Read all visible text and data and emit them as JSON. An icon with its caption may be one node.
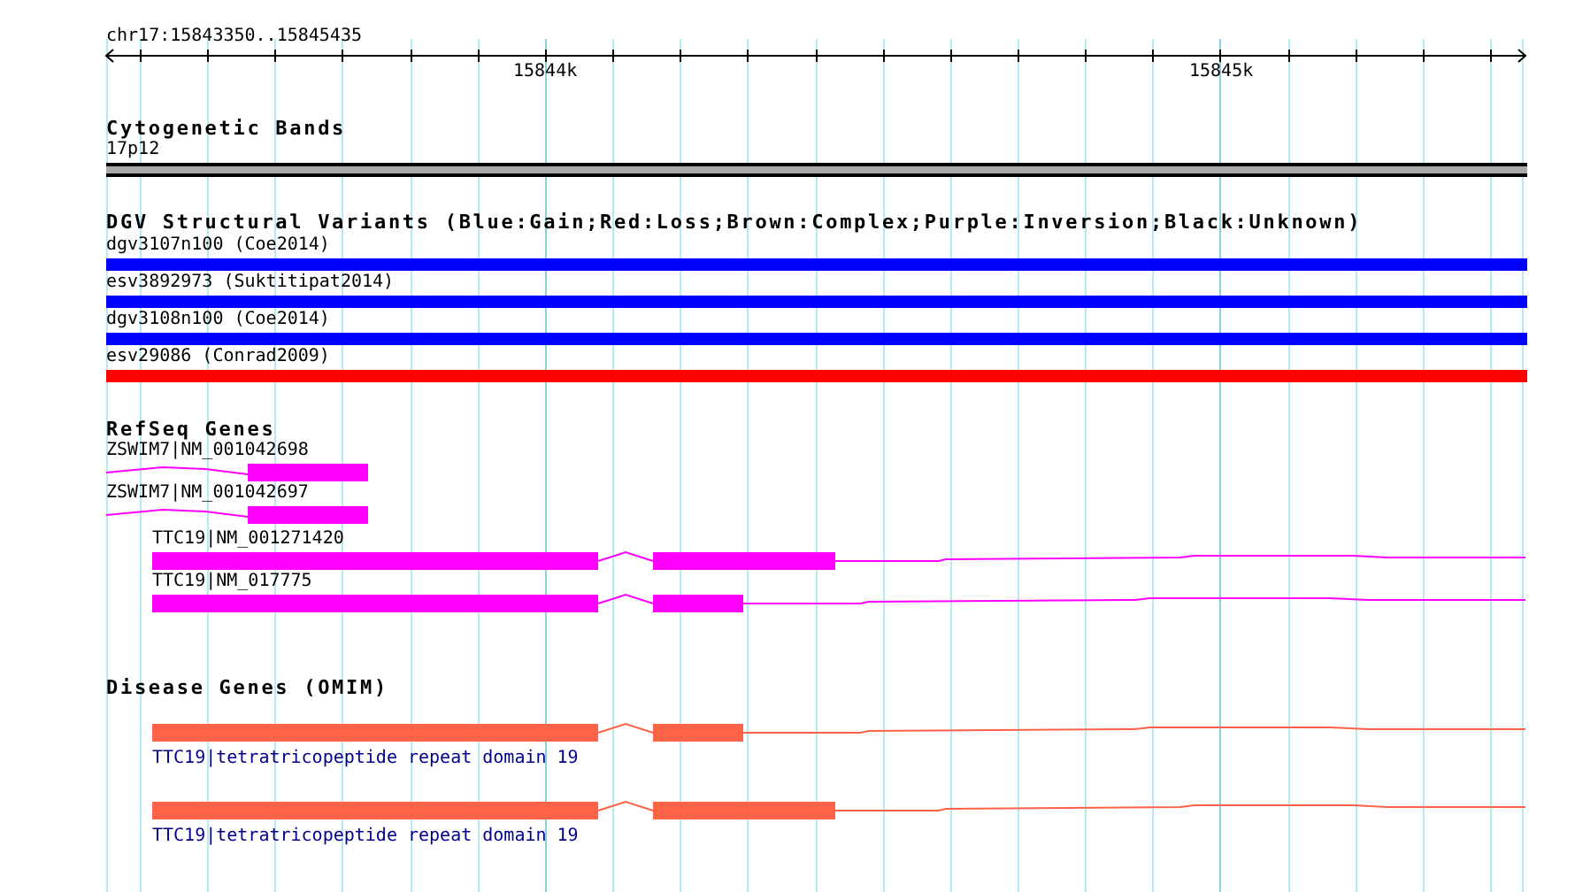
{
  "diagram": {
    "nodes": [
      {
        "text": [
          "Cytogenetic Bands"
        ]
      },
      {
        "text": [
          "17p12"
        ],
        "in": 0
      },
      {
        "text": [
          "DGV Structural Variants (Blue:Gain;Red:Loss;Brown:Complex;Purple:Inversion;Black:Unknown)"
        ]
      },
      {
        "text": [
          "dgv3107n100 (Coe2014)"
        ],
        "in": 2
      },
      {
        "text": [
          "esv3892973 (Suktitipat2014)"
        ],
        "in": 2
      },
      {
        "text": [
          "dgv3108n100 (Coe2014)"
        ],
        "in": 2
      },
      {
        "text": [
          "esv29086 (Conrad2009)"
        ],
        "in": 2
      },
      {
        "text": [
          "RefSeq Genes"
        ]
      },
      {
        "text": [
          "ZSWIM7|NM_001042698"
        ],
        "in": 7
      },
      {
        "text": [
          "ZSWIM7|NM_001042697"
        ],
        "in": 7
      },
      {
        "text": [
          "TTC19|NM_001271420"
        ],
        "in": 7
      },
      {
        "text": [
          "TTC19|NM_017775"
        ],
        "in": 7
      },
      {
        "text": [
          "Disease Genes (OMIM)"
        ]
      },
      {
        "text": [
          "TTC19|tetratricopeptide repeat domain 19"
        ],
        "in": 12
      },
      {
        "text": [
          "TTC19|tetratricopeptide repeat domain 19"
        ],
        "in": 12
      }
    ],
    "labels": [
      "chr17:15843350..15845435",
      "15844k",
      "15845k"
    ]
  }
}
